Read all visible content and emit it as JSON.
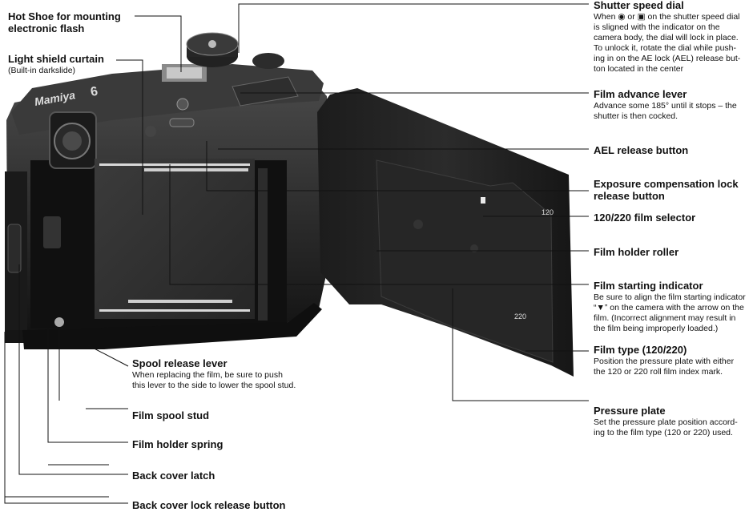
{
  "camera": {
    "brand": "Mamiya",
    "model_mark": "6",
    "counter_120": "120",
    "counter_220": "220"
  },
  "labels": {
    "hot_shoe": {
      "title": "Hot Shoe for mounting electronic flash"
    },
    "light_shield": {
      "title": "Light shield curtain",
      "sub": "(Built-in darkslide)"
    },
    "shutter_speed": {
      "title": "Shutter speed dial",
      "desc": "When ◉ or ▣ on the shutter speed dial is sligned with the indicator on the camera body, the dial will lock in place. To unlock it, rotate the dial while push-ing in on the AE lock (AEL) release but-ton located in the center"
    },
    "film_advance": {
      "title": "Film advance lever",
      "desc": "Advance some 185° until it stops – the shutter is then cocked."
    },
    "ael": {
      "title": "AEL release button"
    },
    "exposure_comp": {
      "title": "Exposure compensation lock release button"
    },
    "film_selector": {
      "title": "120/220 film selector"
    },
    "holder_roller": {
      "title": "Film holder roller"
    },
    "starting_indicator": {
      "title": "Film starting indicator",
      "desc": "Be sure to align the film starting indicator “▼” on the camera with the arrow on the film. (Incorrect alignment may result in the film being improperly loaded.)"
    },
    "film_type": {
      "title": "Film type (120/220)",
      "desc": "Position the pressure plate with either the 120 or 220 roll film index mark."
    },
    "pressure_plate": {
      "title": "Pressure plate",
      "desc": "Set the pressure plate position accord-ing to the film type (120 or 220) used."
    },
    "spool_release": {
      "title": "Spool release lever",
      "desc": "When replacing the film, be sure to push this lever to the side to lower the spool stud."
    },
    "spool_stud": {
      "title": "Film spool stud"
    },
    "holder_spring": {
      "title": "Film holder spring"
    },
    "back_latch": {
      "title": "Back cover latch"
    },
    "back_lock": {
      "title": "Back cover lock release button"
    }
  }
}
